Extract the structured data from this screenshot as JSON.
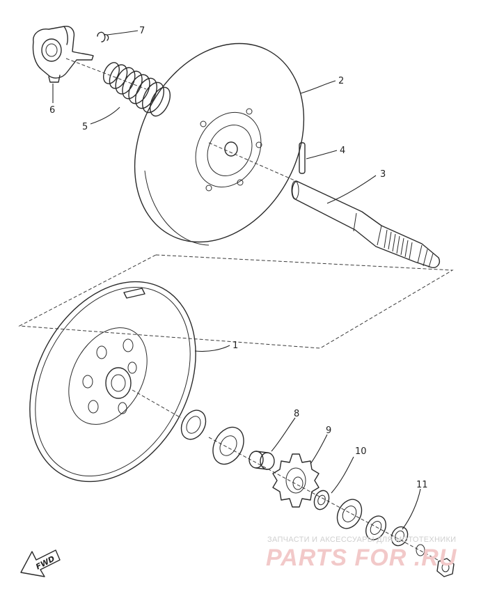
{
  "diagram": {
    "callouts": [
      {
        "id": "1",
        "label": "1"
      },
      {
        "id": "2",
        "label": "2"
      },
      {
        "id": "3",
        "label": "3"
      },
      {
        "id": "4",
        "label": "4"
      },
      {
        "id": "5",
        "label": "5"
      },
      {
        "id": "6",
        "label": "6"
      },
      {
        "id": "7",
        "label": "7"
      },
      {
        "id": "8",
        "label": "8"
      },
      {
        "id": "9",
        "label": "9"
      },
      {
        "id": "10",
        "label": "10"
      },
      {
        "id": "11",
        "label": "11"
      }
    ],
    "direction_marker": "FWD"
  },
  "watermark": {
    "tagline": "ЗАПЧАСТИ И АКСЕССУАРЫ ДЛЯ МОТОТЕХНИКИ",
    "logo": "PARTS FOR .RU"
  },
  "colors": {
    "line": "#2a2a2a",
    "watermark_logo": "#f2c9c9",
    "watermark_text": "#cfcfcf"
  }
}
